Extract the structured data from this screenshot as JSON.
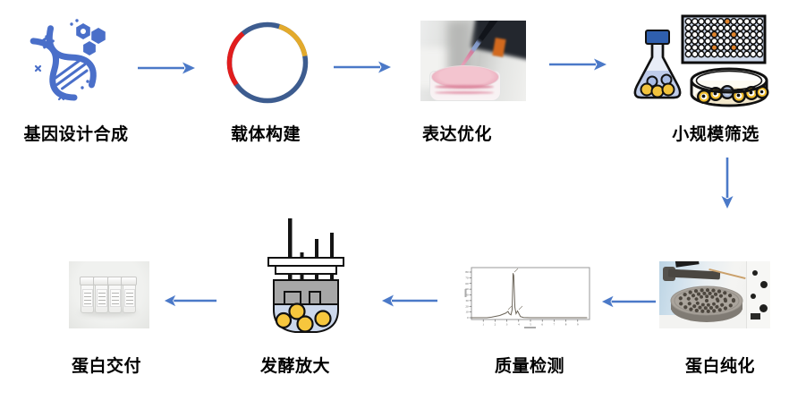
{
  "diagram": {
    "arrow_color": "#4b79c8",
    "steps": [
      {
        "id": "gene-design-synthesis",
        "label": "基因设计合成",
        "visual": "dna-molecule-icon"
      },
      {
        "id": "vector-construction",
        "label": "载体构建",
        "visual": "plasmid-map-icon"
      },
      {
        "id": "expression-optimization",
        "label": "表达优化",
        "visual": "pipette-petri-dish-photo"
      },
      {
        "id": "small-scale-screening",
        "label": "小规模筛选",
        "visual": "flask-wellplate-petri-icons"
      },
      {
        "id": "protein-purification",
        "label": "蛋白纯化",
        "visual": "fplc-fraction-collector-photo"
      },
      {
        "id": "quality-testing",
        "label": "质量检测",
        "visual": "hplc-chromatogram"
      },
      {
        "id": "fermentation-scale-up",
        "label": "发酵放大",
        "visual": "bioreactor-icon"
      },
      {
        "id": "protein-delivery",
        "label": "蛋白交付",
        "visual": "protein-vials-photo"
      }
    ],
    "arrows": [
      {
        "from": "基因设计合成",
        "to": "载体构建",
        "direction": "right"
      },
      {
        "from": "载体构建",
        "to": "表达优化",
        "direction": "right"
      },
      {
        "from": "表达优化",
        "to": "小规模筛选",
        "direction": "right"
      },
      {
        "from": "小规模筛选",
        "to": "蛋白纯化",
        "direction": "down"
      },
      {
        "from": "蛋白纯化",
        "to": "质量检测",
        "direction": "left"
      },
      {
        "from": "质量检测",
        "to": "发酵放大",
        "direction": "left"
      },
      {
        "from": "发酵放大",
        "to": "蛋白交付",
        "direction": "left"
      }
    ],
    "icons": {
      "dna": {
        "color": "#4a6fc9"
      },
      "plasmid": {
        "ring_color": "#3d5c8f",
        "arc_red": "#e11d1d",
        "arc_yellow": "#e3aa2c"
      },
      "screening": {
        "plate_bg": "#cdd8ea",
        "well_rows": 6,
        "well_cols": 12,
        "highlight_color": "#e2862f",
        "highlighted_wells": [
          [
            0,
            6
          ],
          [
            2,
            4
          ],
          [
            2,
            7
          ],
          [
            4,
            4
          ],
          [
            4,
            7
          ]
        ],
        "flask_cap_color": "#2f5fae",
        "flask_liquid_color": "#bfccea",
        "cell_yellow": "#f0bd2e",
        "cell_blue": "#a9b9d8"
      },
      "bioreactor": {
        "body_color": "#a7a7a7",
        "liquid_color": "#ccd8ec",
        "cell_color": "#f6c63d"
      }
    }
  },
  "chart_data": {
    "type": "line",
    "description": "HPLC chromatogram with one dominant sharp peak and two minor peaks",
    "title": "",
    "xlabel": "",
    "ylabel": "",
    "x_range": [
      0,
      10
    ],
    "y_range": [
      0,
      80
    ],
    "x_ticks": [
      1,
      2,
      3,
      4,
      5,
      6,
      7,
      8,
      9
    ],
    "y_ticks": [
      0,
      10,
      20,
      30,
      40,
      50,
      60,
      70,
      80
    ],
    "trace": [
      [
        0,
        0
      ],
      [
        1.3,
        0
      ],
      [
        1.7,
        1
      ],
      [
        2.4,
        4
      ],
      [
        2.9,
        8
      ],
      [
        3.1,
        11
      ],
      [
        3.2,
        7
      ],
      [
        3.35,
        5
      ],
      [
        3.45,
        14
      ],
      [
        3.52,
        78
      ],
      [
        3.58,
        74
      ],
      [
        3.68,
        18
      ],
      [
        3.78,
        7
      ],
      [
        3.9,
        12
      ],
      [
        4.0,
        8
      ],
      [
        4.15,
        2
      ],
      [
        4.4,
        0.5
      ],
      [
        5,
        0
      ],
      [
        9.8,
        0
      ]
    ]
  }
}
